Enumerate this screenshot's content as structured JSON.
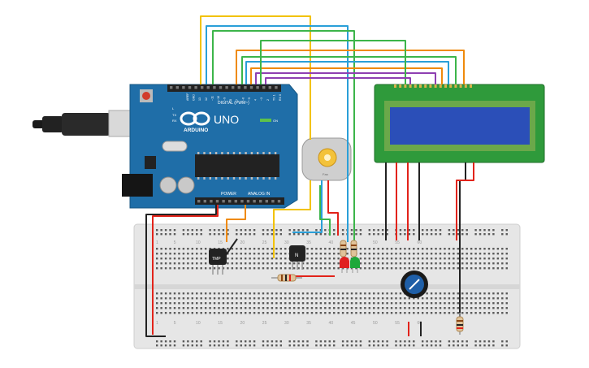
{
  "arduino": {
    "brand": "ARDUINO",
    "model": "UNO",
    "digital_header": "DIGITAL (PWM~)",
    "power_label": "POWER",
    "analog_label": "ANALOG IN",
    "tx": "TX",
    "rx": "RX",
    "l": "L",
    "on": "ON",
    "pin_labels": [
      "AREF",
      "GND",
      "13",
      "12",
      "~11",
      "~10",
      "~9",
      "8",
      "7",
      "~6",
      "~5",
      "4",
      "~3",
      "2",
      "TX 1",
      "RX 0"
    ]
  },
  "sensor": {
    "label": "TMP"
  },
  "transistor": {
    "label": "N"
  },
  "motor": {
    "label": "Fan"
  },
  "breadboard": {
    "column_numbers": [
      "1",
      "5",
      "10",
      "15",
      "20",
      "25",
      "30",
      "35",
      "40",
      "45",
      "50",
      "55",
      "60"
    ]
  },
  "colors": {
    "board": "#1f6ea8",
    "breadboard": "#e9e9e9",
    "lcd_pcb": "#2f9a3b",
    "lcd_screen": "#2b4fb8",
    "wire_yellow": "#f2c200",
    "wire_blue": "#2a9fd8",
    "wire_green": "#3cb54a",
    "wire_orange": "#ef8a0c",
    "wire_purple": "#8e3fb2",
    "wire_red": "#e2231a",
    "wire_black": "#222222",
    "led_red": "#e02020",
    "led_green": "#1fa83a"
  }
}
